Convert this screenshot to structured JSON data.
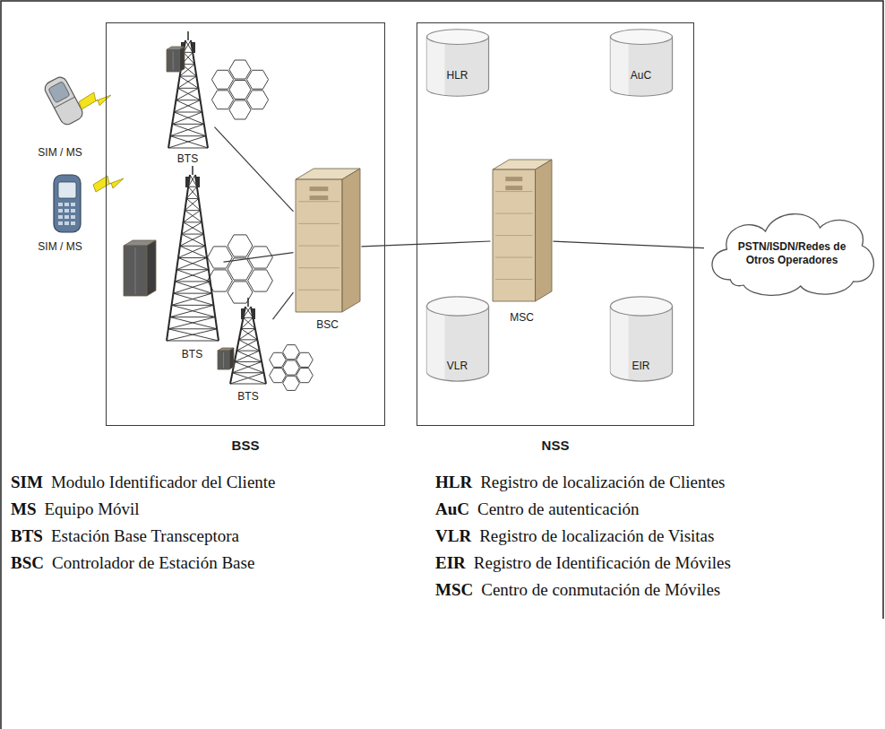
{
  "diagram": {
    "nodes": [
      {
        "text": [
          "SIM / MS"
        ]
      },
      {
        "text": [
          "SIM / MS"
        ]
      },
      {
        "text": [
          "BSS"
        ]
      },
      {
        "text": [
          "BTS"
        ],
        "in": 2
      },
      {
        "text": [
          "BTS"
        ],
        "in": 2
      },
      {
        "text": [
          "BTS"
        ],
        "in": 2
      },
      {
        "text": [
          "BSC"
        ],
        "in": 2
      },
      {
        "text": [
          "NSS"
        ]
      },
      {
        "text": [
          "HLR"
        ],
        "in": 7
      },
      {
        "text": [
          "AuC"
        ],
        "in": 7
      },
      {
        "text": [
          "MSC"
        ],
        "in": 7
      },
      {
        "text": [
          "VLR"
        ],
        "in": 7
      },
      {
        "text": [
          "EIR"
        ],
        "in": 7
      },
      {
        "text": [
          "PSTN/ISDN/Redes de Otros Operadores"
        ]
      }
    ],
    "edges": [
      {
        "from": 3,
        "to": 6,
        "arrow": "none"
      },
      {
        "from": 4,
        "to": 6,
        "arrow": "none"
      },
      {
        "from": 5,
        "to": 6,
        "arrow": "none"
      },
      {
        "from": 6,
        "to": 10,
        "arrow": "none"
      },
      {
        "from": 10,
        "to": 13,
        "arrow": "none"
      }
    ],
    "labels": [
      "SIM",
      "Modulo Identificador del Cliente",
      "MS",
      "Equipo Móvil",
      "BTS",
      "Estación Base Transceptora",
      "BSC",
      "Controlador de Estación Base",
      "HLR",
      "Registro de localización de Clientes",
      "AuC",
      "Centro de autenticación",
      "VLR",
      "Registro de localización de Visitas",
      "EIR",
      "Registro de Identificación de Móviles",
      "MSC",
      "Centro de conmutación de Móviles"
    ]
  }
}
